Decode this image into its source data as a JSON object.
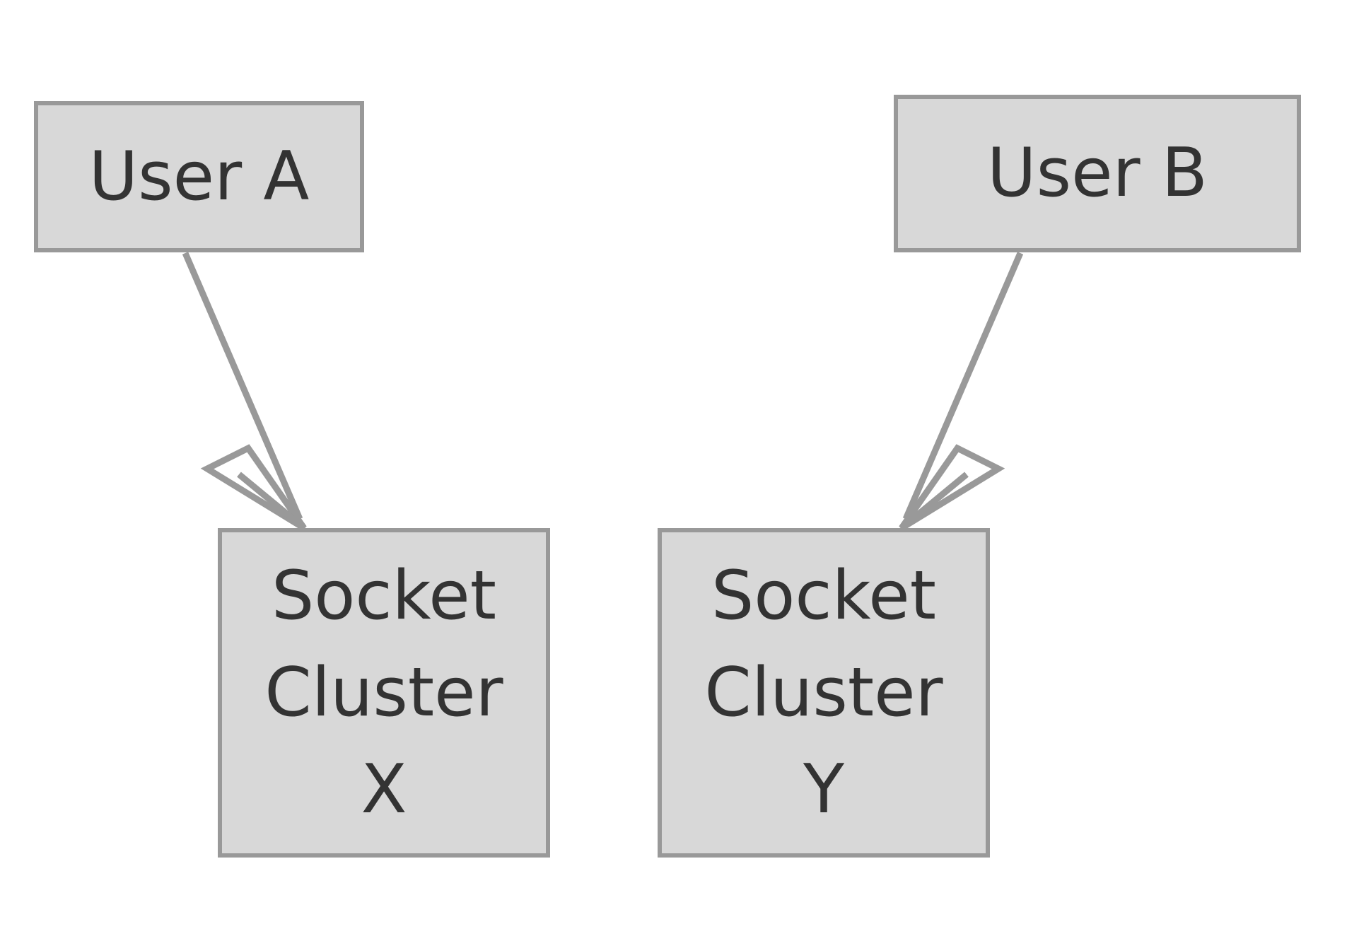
{
  "diagram": {
    "type": "flowchart",
    "background_color": "#ffffff",
    "node_fill_color": "#d8d8d8",
    "node_border_color": "#999999",
    "node_text_color": "#333333",
    "edge_color": "#999999",
    "nodes": [
      {
        "id": "user-a",
        "label": "User A",
        "lines": [
          "User A"
        ],
        "shape": "rectangle"
      },
      {
        "id": "user-b",
        "label": "User B",
        "lines": [
          "User B"
        ],
        "shape": "rectangle"
      },
      {
        "id": "socket-cluster-x",
        "label": "Socket Cluster X",
        "lines": [
          "Socket",
          "Cluster",
          "X"
        ],
        "shape": "rectangle"
      },
      {
        "id": "socket-cluster-y",
        "label": "Socket Cluster Y",
        "lines": [
          "Socket",
          "Cluster",
          "Y"
        ],
        "shape": "rectangle"
      }
    ],
    "edges": [
      {
        "id": "edge-user-a-to-socket-cluster-x",
        "from": "user-a",
        "to": "socket-cluster-x",
        "label": "",
        "arrowhead": "open-triangle"
      },
      {
        "id": "edge-user-b-to-socket-cluster-y",
        "from": "user-b",
        "to": "socket-cluster-y",
        "label": "",
        "arrowhead": "open-triangle"
      }
    ]
  }
}
